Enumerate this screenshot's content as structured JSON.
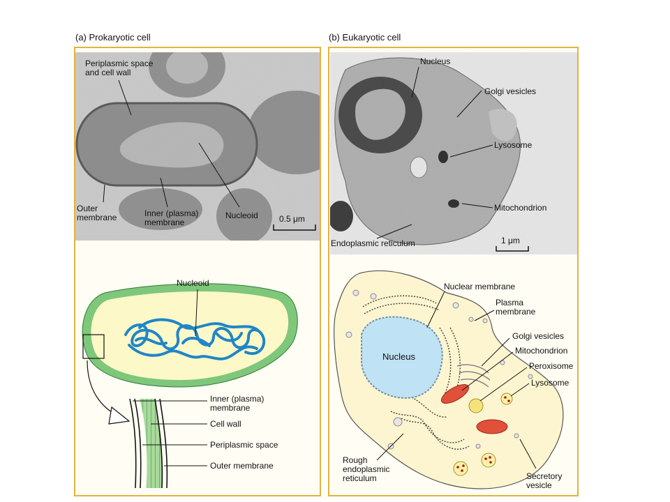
{
  "prokaryote": {
    "title": "(a)  Prokaryotic cell",
    "micrograph_labels": {
      "periplasmic": "Periplasmic space\nand cell wall",
      "outer": "Outer\nmembrane",
      "inner": "Inner (plasma)\nmembrane",
      "nucleoid": "Nucleoid",
      "scale": "0.5 μm"
    },
    "drawing_labels": {
      "nucleoid": "Nucleoid",
      "inner": "Inner (plasma)\nmembrane",
      "cell_wall": "Cell wall",
      "periplasmic": "Periplasmic space",
      "outer": "Outer membrane"
    }
  },
  "eukaryote": {
    "title": "(b)  Eukaryotic cell",
    "micrograph_labels": {
      "nucleus": "Nucleus",
      "golgi": "Golgi vesicles",
      "lysosome": "Lysosome",
      "mito": "Mitochondrion",
      "er": "Endoplasmic reticulum",
      "scale": "1 μm"
    },
    "drawing_labels": {
      "nuclear_membrane": "Nuclear membrane",
      "plasma": "Plasma\nmembrane",
      "golgi": "Golgi vesicles",
      "mito": "Mitochondrion",
      "peroxisome": "Peroxisome",
      "lysosome": "Lysosome",
      "nucleus": "Nucleus",
      "rough_er": "Rough\nendoplasmic\nreticulum",
      "secretory": "Secretory\nvesicle"
    }
  },
  "colors": {
    "frame": "#e2b33a",
    "cytoplasm": "#fdf8c8",
    "cell_wall": "#7fc77a",
    "dna": "#1f86c7",
    "nucleus": "#bfe2f4",
    "mitochondrion": "#e0503a",
    "peroxisome": "#f6e27a"
  }
}
